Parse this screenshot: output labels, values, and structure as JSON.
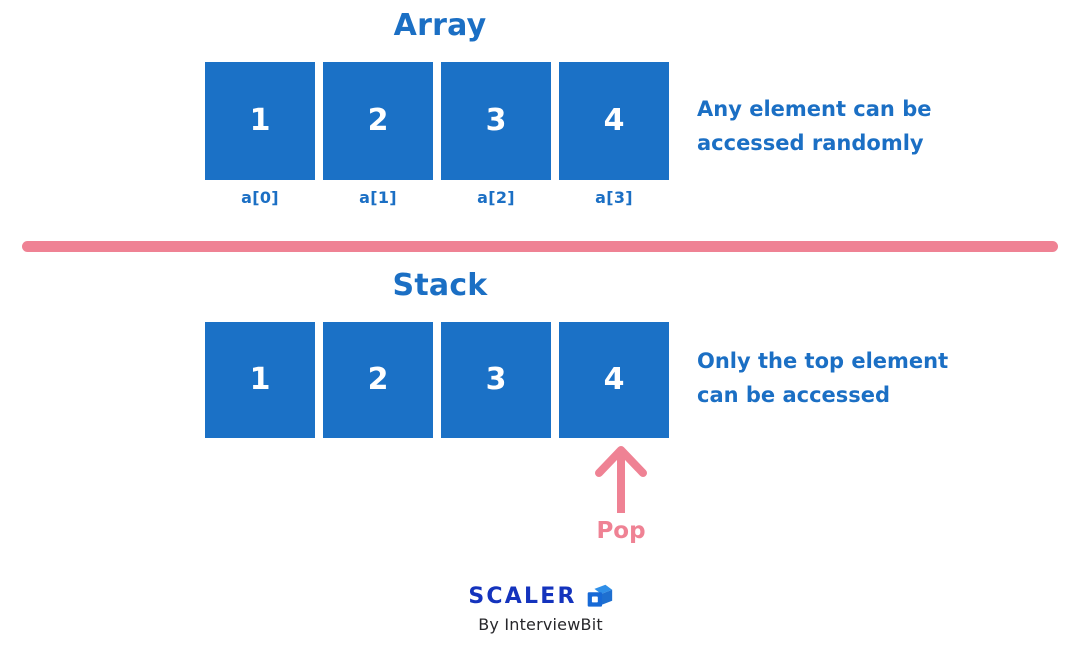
{
  "diagram": {
    "sections": [
      {
        "id": "array",
        "title": "Array",
        "caption": "Any element can be\naccessed randomly",
        "cells": [
          {
            "value": "1",
            "index_label": "a[0]"
          },
          {
            "value": "2",
            "index_label": "a[1]"
          },
          {
            "value": "3",
            "index_label": "a[2]"
          },
          {
            "value": "4",
            "index_label": "a[3]"
          }
        ]
      },
      {
        "id": "stack",
        "title": "Stack",
        "caption": "Only the top element\ncan be accessed",
        "cells": [
          {
            "value": "1"
          },
          {
            "value": "2"
          },
          {
            "value": "3"
          },
          {
            "value": "4"
          }
        ],
        "annotation": {
          "label": "Pop",
          "icon": "up-arrow-icon",
          "points_to_cell_value": "4"
        }
      }
    ],
    "divider": {
      "icon": "horizontal-rule",
      "color": "#ef8294"
    }
  },
  "logo": {
    "wordmark": "SCALER",
    "tagline": "By InterviewBit",
    "mark_icon": "cube-icon"
  },
  "colors": {
    "box_blue": "#1b71c6",
    "title_blue": "#1b6fc4",
    "accent_pink": "#ef8294",
    "logo_navy": "#1433bd",
    "tagline_gray": "#27272b",
    "background": "#ffffff",
    "cell_text": "#ffffff"
  }
}
